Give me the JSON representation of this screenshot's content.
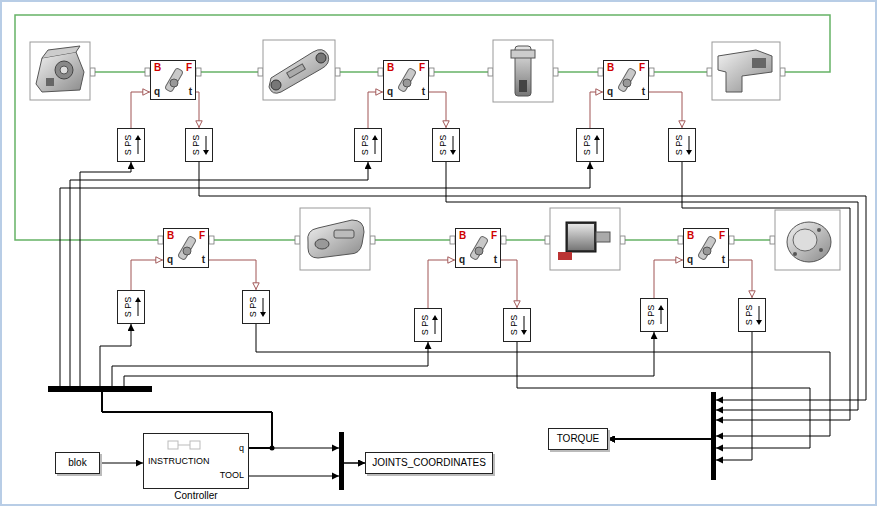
{
  "diagram": {
    "nodes": [
      {
        "text": [
          "B",
          "F",
          "q",
          "t"
        ]
      },
      {
        "text": [
          "S PS"
        ]
      },
      {
        "text": [
          "S PS"
        ]
      },
      {
        "text": [
          "B",
          "F",
          "q",
          "t"
        ]
      },
      {
        "text": [
          "S PS"
        ]
      },
      {
        "text": [
          "S PS"
        ]
      },
      {
        "text": [
          "B",
          "F",
          "q",
          "t"
        ]
      },
      {
        "text": [
          "S PS"
        ]
      },
      {
        "text": [
          "S PS"
        ]
      },
      {
        "text": [
          "B",
          "F",
          "q",
          "t"
        ]
      },
      {
        "text": [
          "S PS"
        ]
      },
      {
        "text": [
          "S PS"
        ]
      },
      {
        "text": [
          "B",
          "F",
          "q",
          "t"
        ]
      },
      {
        "text": [
          "S PS"
        ]
      },
      {
        "text": [
          "S PS"
        ]
      },
      {
        "text": [
          "B",
          "F",
          "q",
          "t"
        ]
      },
      {
        "text": [
          "S PS"
        ]
      },
      {
        "text": [
          "S PS"
        ]
      },
      {
        "text": [
          "blok"
        ]
      },
      {
        "text": [
          "INSTRUCTION",
          "q",
          "TOOL",
          "Controller"
        ]
      },
      {
        "text": [
          "JOINTS_COORDINATES"
        ]
      },
      {
        "text": [
          "TORQUE"
        ]
      }
    ],
    "edges": [
      {
        "from": 1,
        "to": 0,
        "arrow": "to"
      },
      {
        "from": 0,
        "to": 2,
        "arrow": "to"
      },
      {
        "from": 19,
        "to": 1,
        "arrow": "to"
      },
      {
        "from": 2,
        "to": 21,
        "arrow": "to"
      },
      {
        "from": 4,
        "to": 3,
        "arrow": "to"
      },
      {
        "from": 3,
        "to": 5,
        "arrow": "to"
      },
      {
        "from": 19,
        "to": 4,
        "arrow": "to"
      },
      {
        "from": 5,
        "to": 21,
        "arrow": "to"
      },
      {
        "from": 7,
        "to": 6,
        "arrow": "to"
      },
      {
        "from": 6,
        "to": 8,
        "arrow": "to"
      },
      {
        "from": 19,
        "to": 7,
        "arrow": "to"
      },
      {
        "from": 8,
        "to": 21,
        "arrow": "to"
      },
      {
        "from": 10,
        "to": 9,
        "arrow": "to"
      },
      {
        "from": 9,
        "to": 11,
        "arrow": "to"
      },
      {
        "from": 19,
        "to": 10,
        "arrow": "to"
      },
      {
        "from": 11,
        "to": 21,
        "arrow": "to"
      },
      {
        "from": 13,
        "to": 12,
        "arrow": "to"
      },
      {
        "from": 12,
        "to": 14,
        "arrow": "to"
      },
      {
        "from": 19,
        "to": 13,
        "arrow": "to"
      },
      {
        "from": 14,
        "to": 21,
        "arrow": "to"
      },
      {
        "from": 16,
        "to": 15,
        "arrow": "to"
      },
      {
        "from": 15,
        "to": 17,
        "arrow": "to"
      },
      {
        "from": 19,
        "to": 16,
        "arrow": "to"
      },
      {
        "from": 17,
        "to": 21,
        "arrow": "to"
      },
      {
        "from": 18,
        "to": 19,
        "arrow": "to"
      },
      {
        "from": 19,
        "to": 20,
        "arrow": "to"
      },
      {
        "from": 19,
        "to": 20,
        "arrow": "to"
      }
    ]
  }
}
